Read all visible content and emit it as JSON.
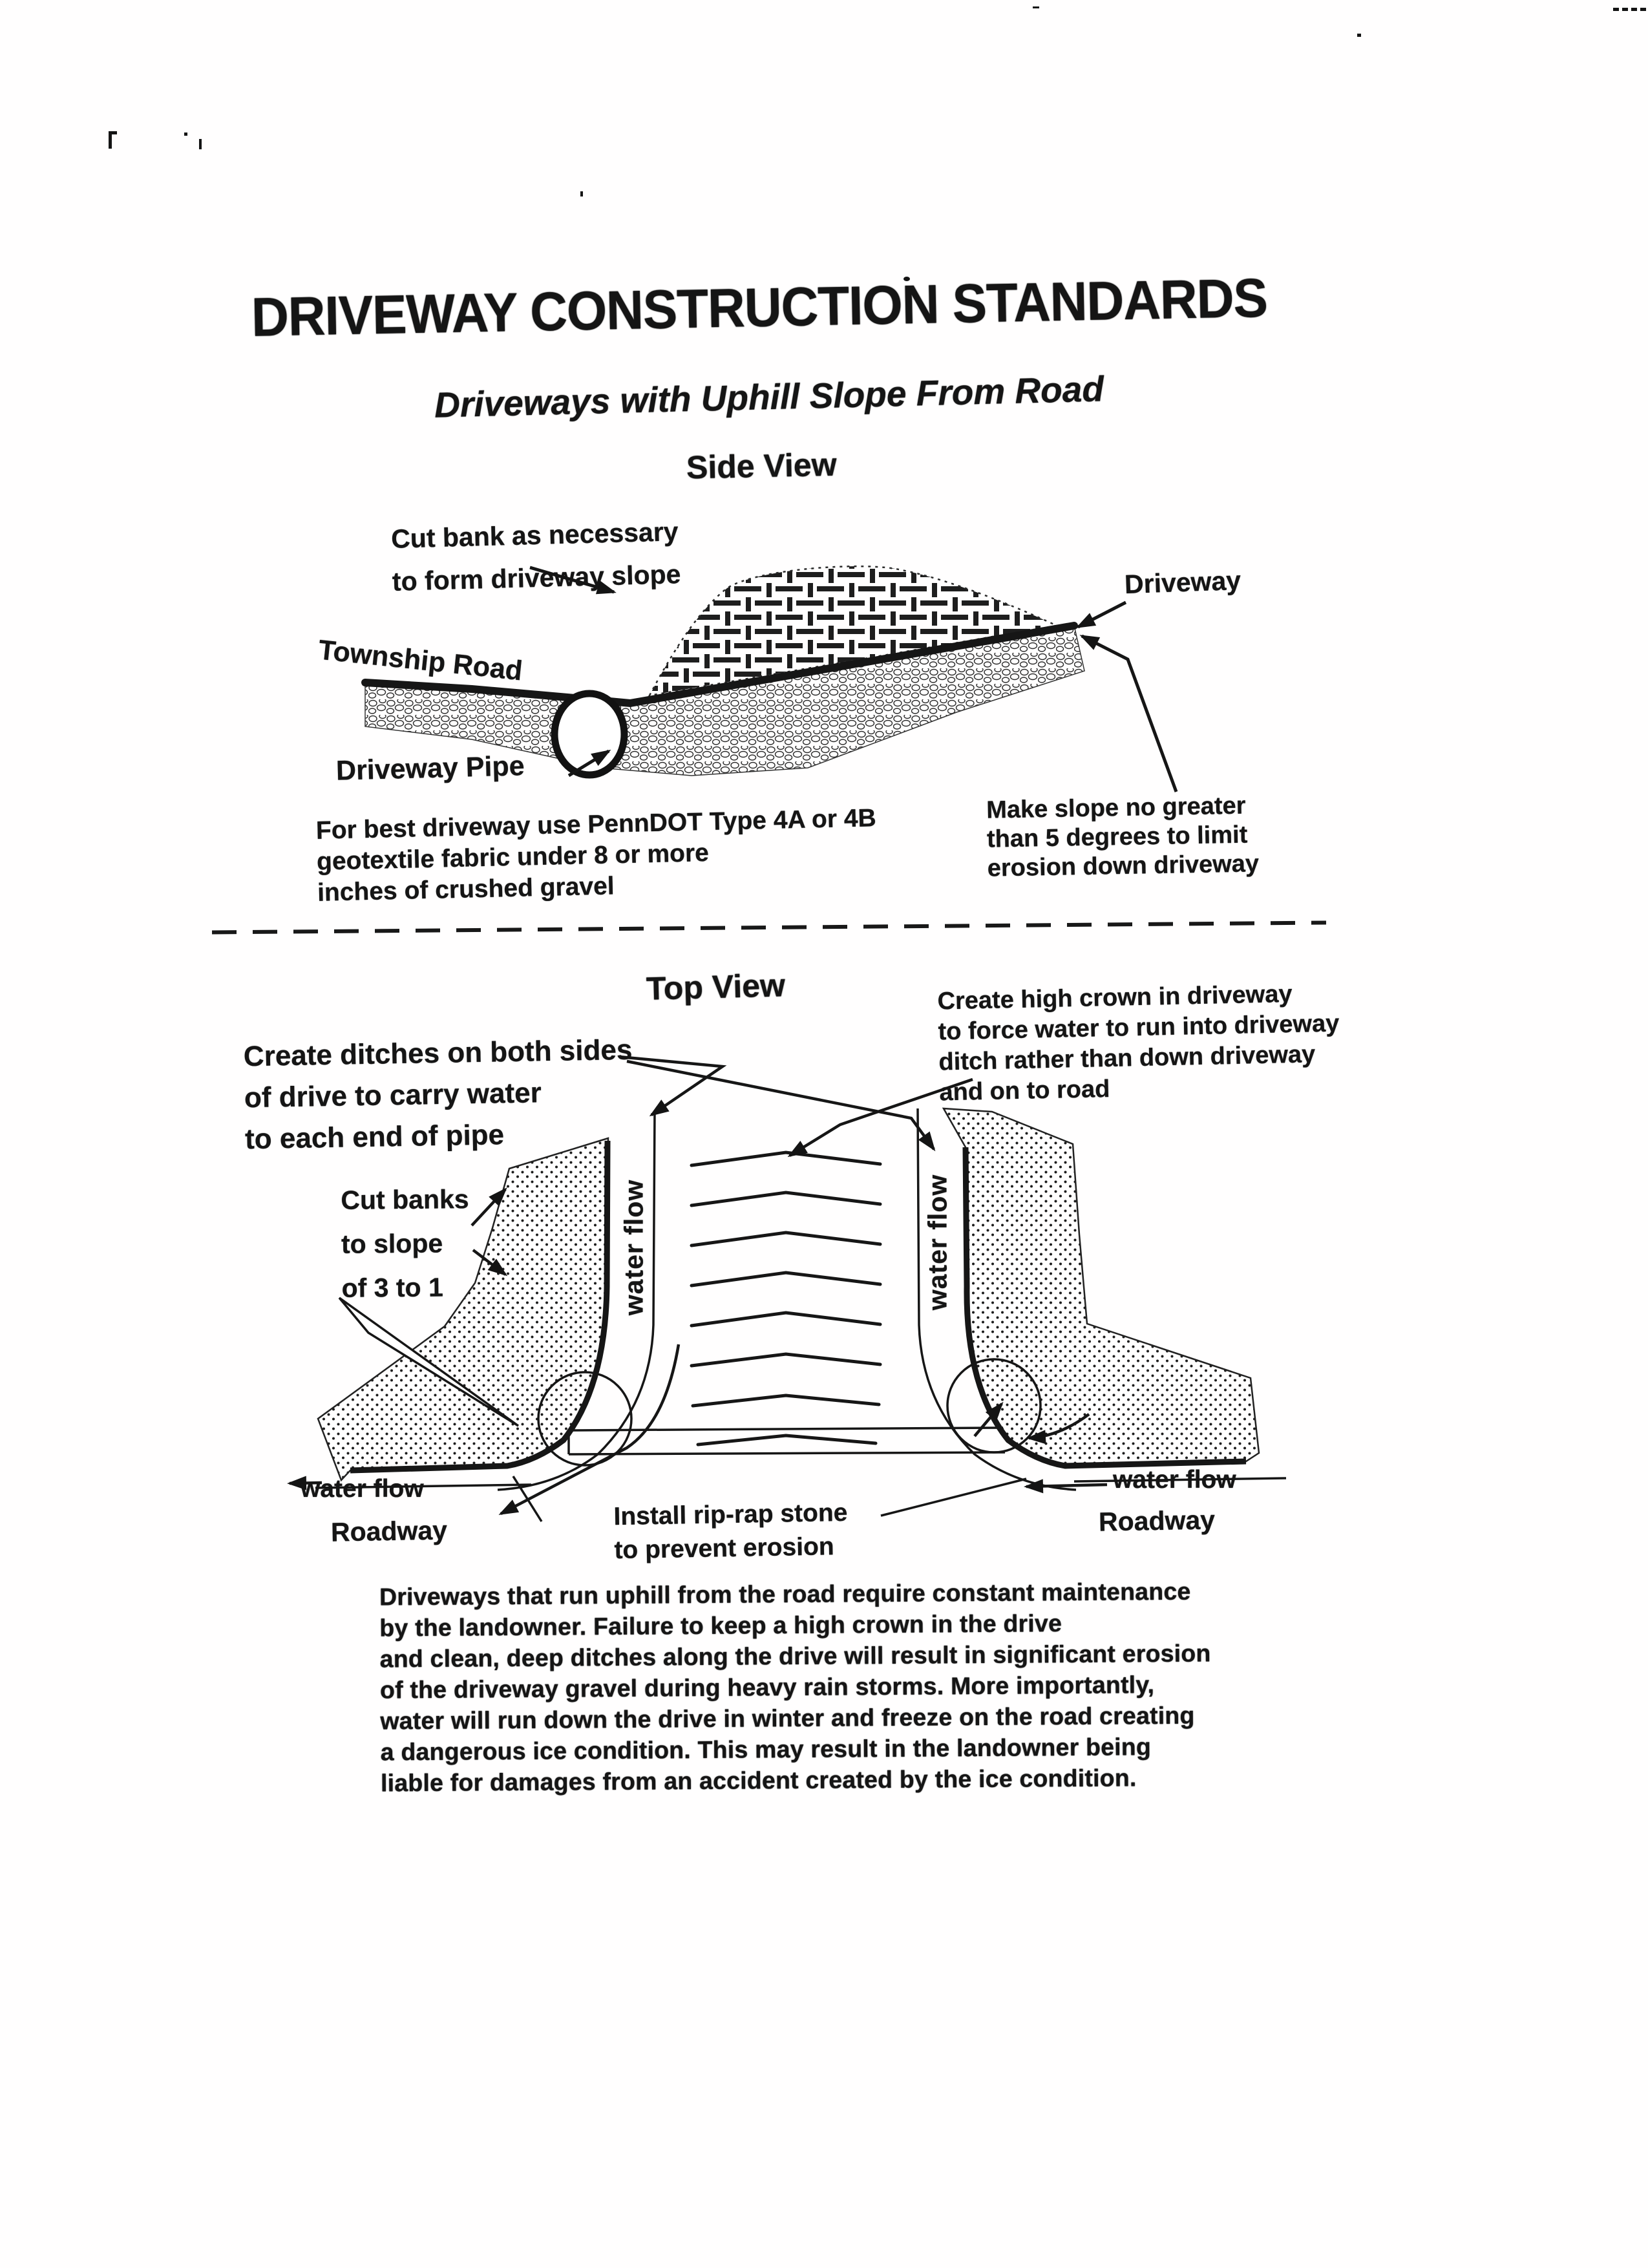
{
  "document": {
    "title": "DRIVEWAY CONSTRUCTION STANDARDS",
    "subtitle": "Driveways with Uphill Slope From Road"
  },
  "side_view": {
    "heading": "Side View",
    "cut_bank_note": [
      "Cut bank as necessary",
      "to form driveway slope"
    ],
    "township_road_label": "Township Road",
    "driveway_label": "Driveway",
    "driveway_pipe_label": "Driveway Pipe",
    "geotextile_note": [
      "For best driveway use PennDOT Type 4A or 4B",
      "geotextile fabric under 8 or more",
      "inches of crushed gravel"
    ],
    "slope_note": [
      "Make slope no greater",
      "than 5 degrees to limit",
      "erosion down driveway"
    ]
  },
  "top_view": {
    "heading": "Top View",
    "crown_note": [
      "Create high crown in driveway",
      "to force water to run into driveway",
      "ditch rather than down driveway",
      "and on to road"
    ],
    "ditches_note": [
      "Create ditches on both sides",
      "of drive to carry water",
      "to each end of pipe"
    ],
    "cut_banks_note": [
      "Cut banks",
      "to slope",
      "of 3 to 1"
    ],
    "riprap_note": [
      "Install rip-rap stone",
      "to prevent erosion"
    ],
    "water_flow_left_ditch": "water flow",
    "water_flow_right_ditch": "water flow",
    "water_flow_left_road": "water flow",
    "water_flow_right_road": "water flow",
    "roadway_left": "Roadway",
    "roadway_right": "Roadway"
  },
  "footer_paragraph": {
    "lines": [
      "Driveways that run uphill from the road require constant maintenance",
      "by the landowner.  Failure to keep a high crown in the drive",
      "and clean, deep ditches along the drive will result in significant erosion",
      "of the driveway gravel during heavy rain storms.  More importantly,",
      "water will run down the drive in winter and freeze on the road creating",
      "a dangerous ice condition.  This may result in the landowner being",
      "liable for damages from an accident created by the ice condition."
    ]
  }
}
